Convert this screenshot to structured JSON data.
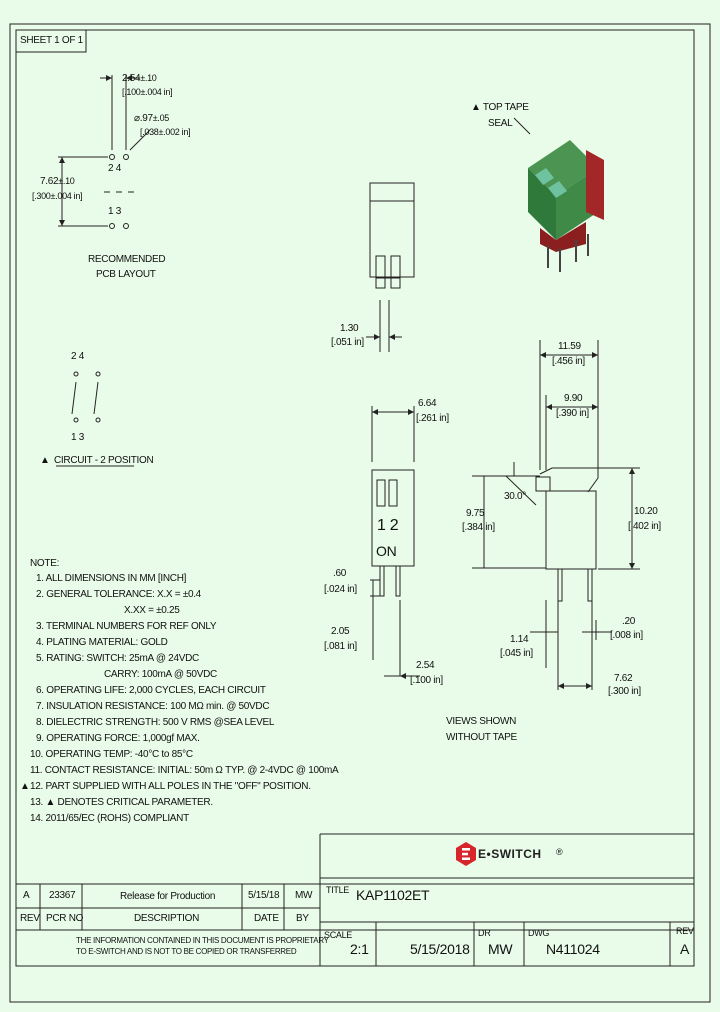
{
  "sheet": "SHEET 1 OF 1",
  "pcb": {
    "dim_pitch": "2.54",
    "dim_pitch_tol": "±.10",
    "dim_pitch_in": "[.100±.004 in]",
    "dim_hole": "⌀.97",
    "dim_hole_tol": "±.05",
    "dim_hole_in": "[.038±.002 in]",
    "dim_row": "7.62",
    "dim_row_tol": "±.10",
    "dim_row_in": "[.300±.004 in]",
    "pins_top": "2  4",
    "pins_bottom": "1  3",
    "caption_1": "RECOMMENDED",
    "caption_2": "PCB LAYOUT"
  },
  "circuit": {
    "pins_top": "2    4",
    "pins_bottom": "1    3",
    "caption": "CIRCUIT - 2 POSITION",
    "marker": "▲"
  },
  "iso": {
    "label_1": "▲ TOP TAPE",
    "label_2": "SEAL"
  },
  "side_view": {
    "dim": "1.30",
    "dim_in": "[.051 in]"
  },
  "front_view": {
    "dim_width": "6.64",
    "dim_width_in": "[.261 in]",
    "switch_numbers": "1 2",
    "switch_on": "ON",
    "dim_pin": ".60",
    "dim_pin_in": "[.024 in]",
    "dim_len": "2.05",
    "dim_len_in": "[.081 in]",
    "dim_pitch": "2.54",
    "dim_pitch_in": "[.100 in]"
  },
  "profile_view": {
    "dim_a": "11.59",
    "dim_a_in": "[.456 in]",
    "dim_b": "9.90",
    "dim_b_in": "[.390 in]",
    "angle": "30.0°",
    "dim_c": "9.75",
    "dim_c_in": "[.384 in]",
    "dim_h": "10.20",
    "dim_h_in": "[.402 in]",
    "dim_t": ".20",
    "dim_t_in": "[.008 in]",
    "dim_p": "1.14",
    "dim_p_in": "[.045 in]",
    "dim_r": "7.62",
    "dim_r_in": "[.300 in]",
    "views_1": "VIEWS SHOWN",
    "views_2": "WITHOUT TAPE"
  },
  "notes": {
    "title": "NOTE:",
    "items": [
      "1. ALL DIMENSIONS IN MM [INCH]",
      "2. GENERAL TOLERANCE: X.X = ±0.4",
      "X.XX = ±0.25",
      "3. TERMINAL NUMBERS FOR REF ONLY",
      "4. PLATING MATERIAL: GOLD",
      "5. RATING: SWITCH: 25mA @ 24VDC",
      "CARRY: 100mA @ 50VDC",
      "6. OPERATING LIFE: 2,000 CYCLES, EACH CIRCUIT",
      "7. INSULATION RESISTANCE: 100 MΩ min. @ 50VDC",
      "8. DIELECTRIC STRENGTH: 500 V RMS @SEA LEVEL",
      "9. OPERATING FORCE: 1,000gf MAX.",
      "10. OPERATING TEMP: -40°C to 85°C",
      "11. CONTACT RESISTANCE: INITIAL: 50m Ω TYP. @ 2-4VDC @ 100mA",
      "12. PART SUPPLIED WITH ALL POLES IN THE \"OFF\" POSITION.",
      "13. ▲ DENOTES CRITICAL PARAMETER.",
      "14. 2011/65/EC (ROHS) COMPLIANT"
    ],
    "marker_12": "▲"
  },
  "brand": {
    "name": "E•SWITCH",
    "mark": "®"
  },
  "revision_table": {
    "rev": "A",
    "pcr": "23367",
    "description": "Release for Production",
    "date": "5/15/18",
    "by": "MW",
    "h_rev": "REV",
    "h_pcr": "PCR NO",
    "h_desc": "DESCRIPTION",
    "h_date": "DATE",
    "h_by": "BY"
  },
  "proprietary_1": "THE INFORMATION CONTAINED IN THIS DOCUMENT IS PROPRIETARY",
  "proprietary_2": "TO E-SWITCH AND IS NOT TO BE COPIED OR TRANSFERRED",
  "title_block": {
    "title_label": "TITLE",
    "title": "KAP1102ET",
    "scale_label": "SCALE",
    "scale": "2:1",
    "date": "5/15/2018",
    "dr_label": "DR",
    "dr": "MW",
    "dwg_label": "DWG",
    "dwg": "N411024",
    "rev_label": "REV",
    "rev": "A"
  },
  "colors": {
    "background": "#e9fbe9",
    "line": "#222222",
    "body_green": "#2f7a3a",
    "base_red": "#a32628",
    "brand_red": "#d7262b"
  }
}
